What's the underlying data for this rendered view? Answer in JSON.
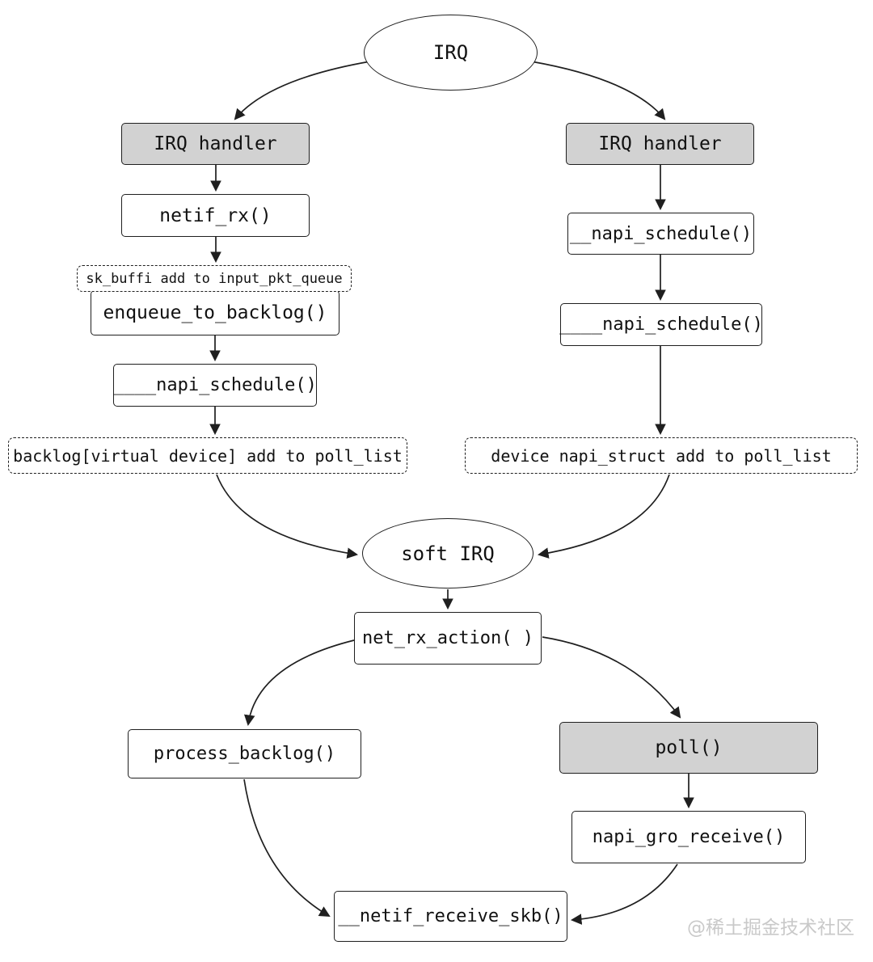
{
  "diagram": {
    "top": {
      "irq": "IRQ"
    },
    "left_branch": {
      "irq_handler": "IRQ handler",
      "netif_rx": "netif_rx()",
      "skb_note": "sk_buffi add to input_pkt_queue",
      "enqueue_to_backlog": "enqueue_to_backlog()",
      "napi_schedule": "____napi_schedule()",
      "poll_list_note": "backlog[virtual device] add to poll_list"
    },
    "right_branch": {
      "irq_handler": "IRQ handler",
      "napi_schedule_outer": "__napi_schedule()",
      "napi_schedule_inner": "____napi_schedule()",
      "poll_list_note": "device napi_struct add to poll_list"
    },
    "softirq_section": {
      "soft_irq": "soft IRQ",
      "net_rx_action": "net_rx_action( )",
      "process_backlog": "process_backlog()",
      "poll": "poll()",
      "napi_gro_receive": "napi_gro_receive()",
      "netif_receive_skb": "__netif_receive_skb()"
    },
    "watermark": "@稀土掘金技术社区",
    "colors": {
      "highlight_fill": "#d2d2d2",
      "node_fill": "#ffffff",
      "line": "#1f1f1f",
      "watermark_text": "#c9c9c9"
    }
  }
}
